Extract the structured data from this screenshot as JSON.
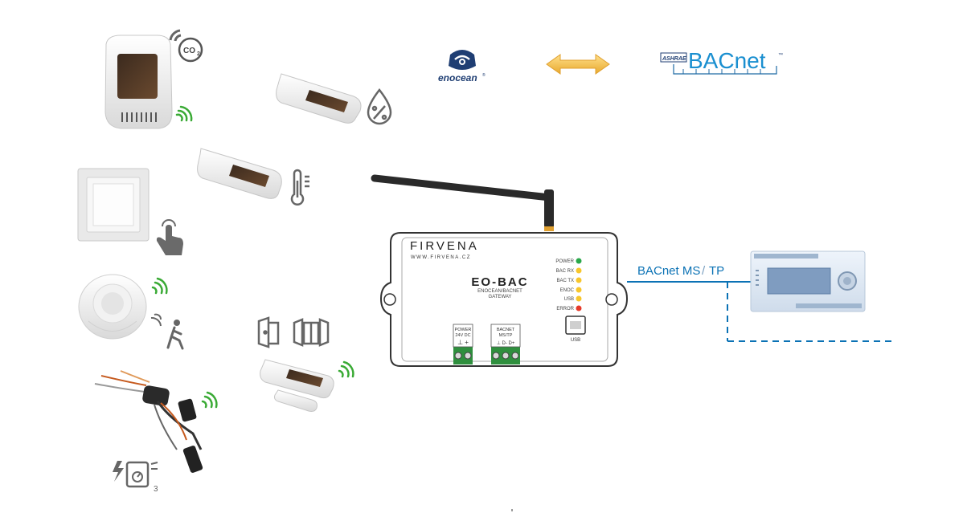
{
  "logos": {
    "enocean": "enocean",
    "enocean_mark": "®",
    "ashrae": "ASHRAE",
    "bacnet": "BACnet",
    "bacnet_mark": "™"
  },
  "colors": {
    "signal_green": "#3aaa35",
    "arrow_yellow": "#f5c242",
    "bacnet_blue": "#0b72b5",
    "enocean_navy": "#1f3e73",
    "gray_icon": "#6a6a6a",
    "led_green": "#2aa84a",
    "led_yellow": "#f7c62c",
    "led_red": "#e63a2a",
    "terminal_green": "#2f8f3e"
  },
  "gateway": {
    "brand": "FIRVENA",
    "website": "WWW.FIRVENA.CZ",
    "model": "EO-BAC",
    "subtitle_1": "ENOCEAN/BACNET",
    "subtitle_2": "GATEWAY",
    "leds": [
      {
        "label": "POWER",
        "color": "green"
      },
      {
        "label": "BAC RX",
        "color": "yellow"
      },
      {
        "label": "BAC TX",
        "color": "yellow"
      },
      {
        "label": "ENOC",
        "color": "yellow"
      },
      {
        "label": "USB",
        "color": "yellow"
      },
      {
        "label": "ERROR",
        "color": "red"
      }
    ],
    "power_label_1": "POWER",
    "power_label_2": "24V DC",
    "power_pins": "⊥  +",
    "bacnet_label_1": "BACNET",
    "bacnet_label_2": "MS/TP",
    "bacnet_pins": "⊥ D- D+",
    "usb_label": "USB"
  },
  "connection": {
    "label_main": "BACnet MS",
    "label_slash": "/",
    "label_tp": "TP"
  },
  "icons": {
    "co2_text": "CO",
    "co2_sub": "2",
    "meter_sub": "3"
  }
}
